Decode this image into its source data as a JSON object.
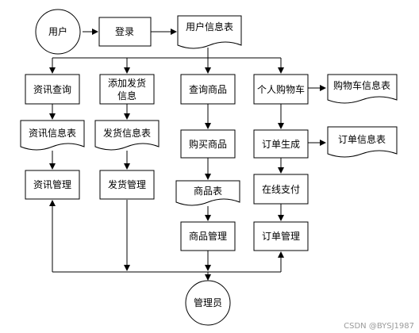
{
  "nodes": {
    "user": "用户",
    "login": "登录",
    "user_table": "用户信息表",
    "news_query": "资讯查询",
    "add_shipping_1": "添加发货",
    "add_shipping_2": "信息",
    "query_goods": "查询商品",
    "personal_cart": "个人购物车",
    "cart_table": "购物车信息表",
    "news_table": "资讯信息表",
    "shipping_table": "发货信息表",
    "buy_goods": "购买商品",
    "order_create": "订单生成",
    "order_table": "订单信息表",
    "news_manage": "资讯管理",
    "shipping_manage": "发货管理",
    "goods_table": "商品表",
    "online_pay": "在线支付",
    "goods_manage": "商品管理",
    "order_manage": "订单管理",
    "admin": "管理员"
  },
  "watermark": "CSDN @BYSJ1987"
}
